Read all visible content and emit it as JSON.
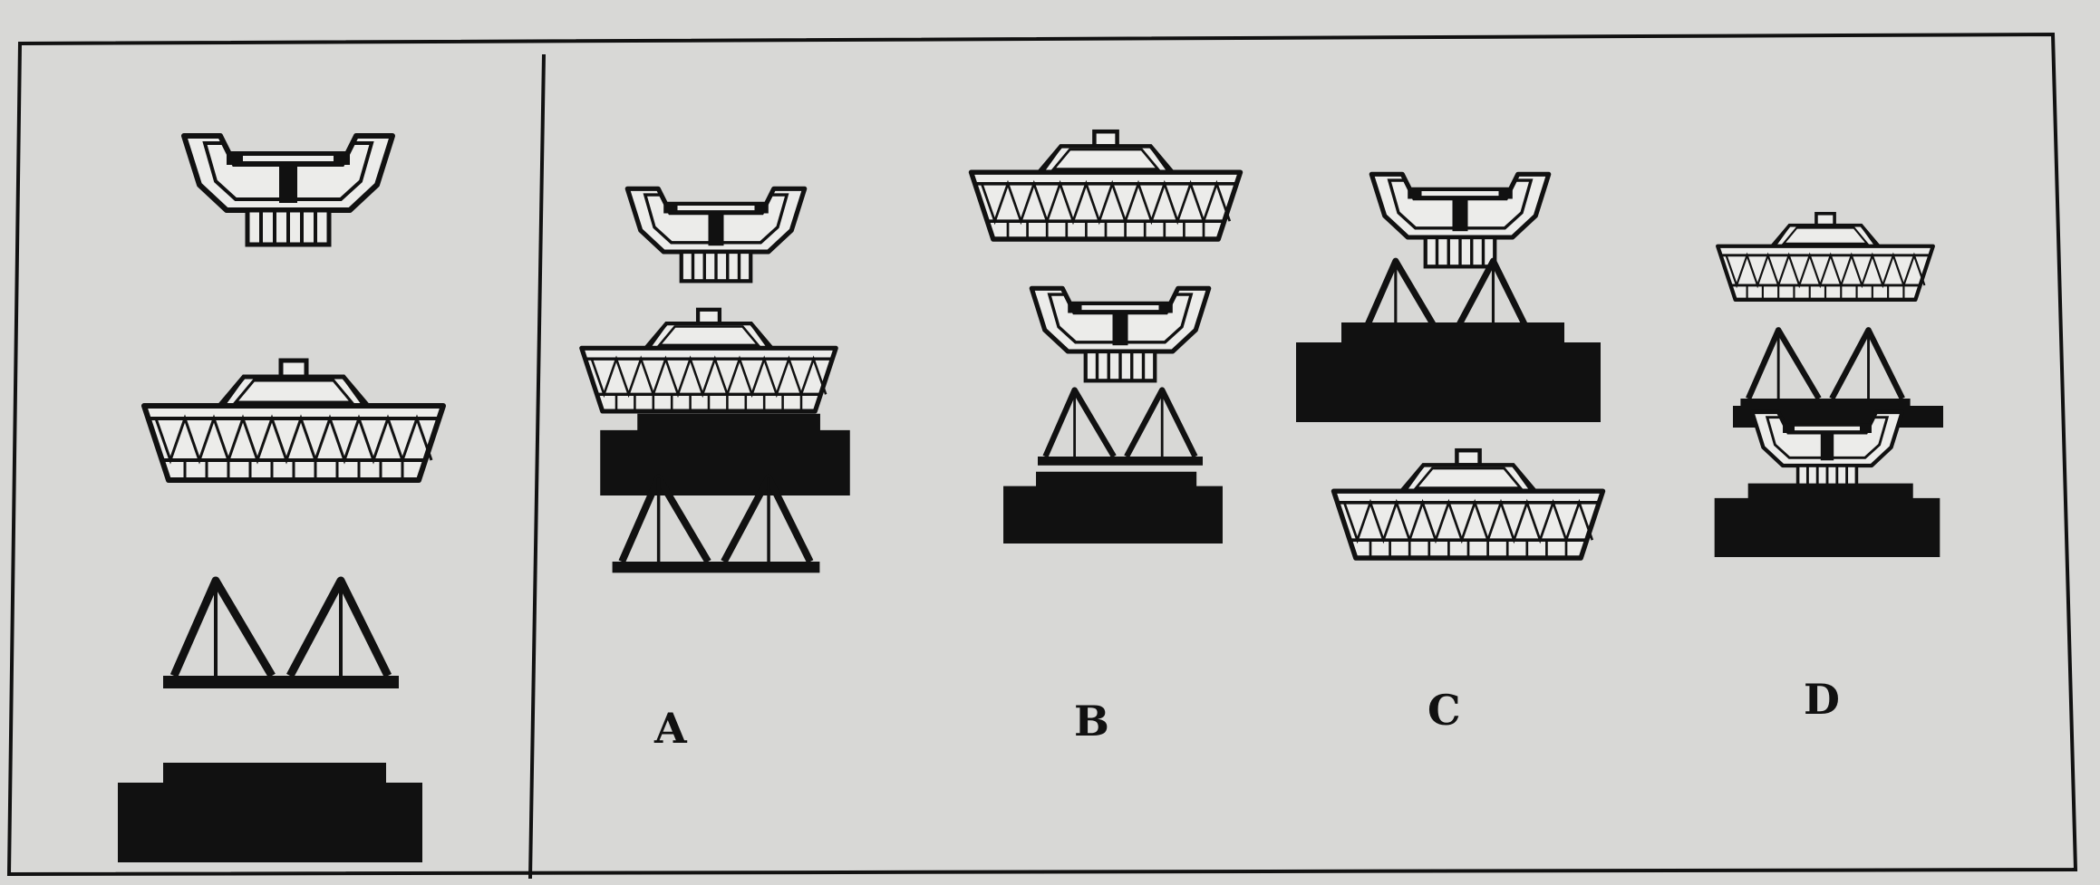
{
  "colors": {
    "paper": "#d8d8d6",
    "ink": "#111111",
    "fill_light": "#ececea"
  },
  "options": [
    {
      "label": "A",
      "stack": [
        "t-bucket-piece",
        "trapezoid-truss-piece",
        "black-block-piece",
        "triangle-truss-piece"
      ]
    },
    {
      "label": "B",
      "stack": [
        "trapezoid-truss-piece",
        "t-bucket-piece",
        "triangle-truss-piece",
        "black-block-piece"
      ]
    },
    {
      "label": "C",
      "stack": [
        "t-bucket-piece",
        "triangle-truss-piece",
        "black-block-piece",
        "trapezoid-truss-piece"
      ]
    },
    {
      "label": "D",
      "stack": [
        "trapezoid-truss-piece",
        "triangle-truss-piece",
        "t-bucket-piece",
        "black-block-piece"
      ]
    }
  ],
  "given_parts": [
    "t-bucket-piece",
    "trapezoid-truss-piece",
    "triangle-truss-piece",
    "black-block-piece"
  ]
}
